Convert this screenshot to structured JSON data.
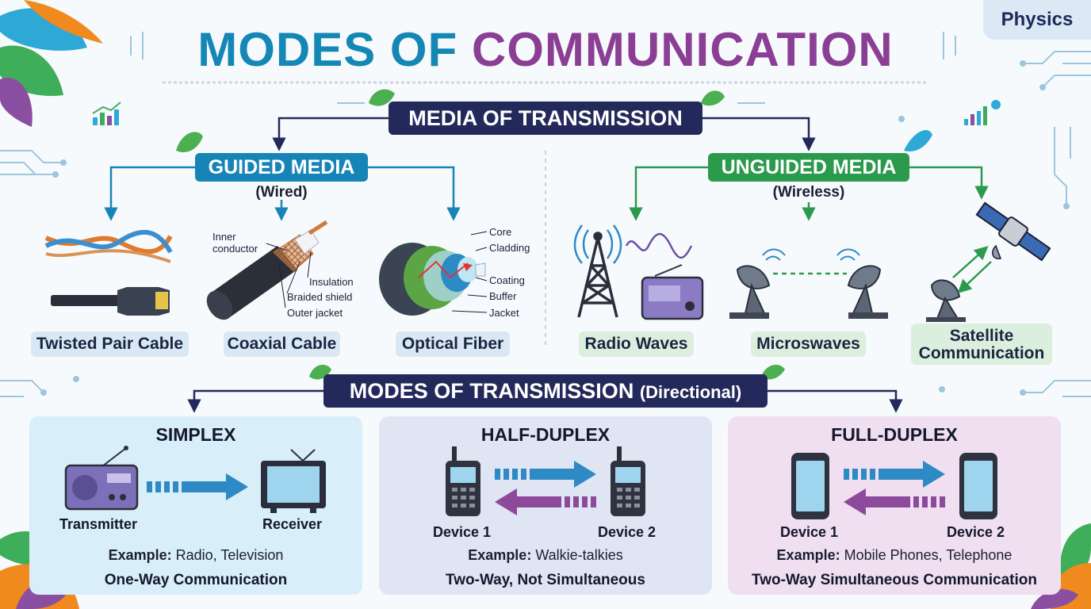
{
  "badge": "Physics",
  "title": {
    "part1": "MODES OF",
    "part2": "COMMUNICATION"
  },
  "media": {
    "heading": "MEDIA OF TRANSMISSION",
    "guided": {
      "title": "GUIDED MEDIA",
      "subtitle": "(Wired)",
      "items": [
        "Twisted Pair Cable",
        "Coaxial Cable",
        "Optical Fiber"
      ],
      "coax_parts": [
        "Inner conductor",
        "Insulation",
        "Braided shield",
        "Outer jacket"
      ],
      "fiber_parts": [
        "Core",
        "Cladding",
        "Coating",
        "Buffer",
        "Jacket"
      ]
    },
    "unguided": {
      "title": "UNGUIDED MEDIA",
      "subtitle": "(Wireless)",
      "items": [
        "Radio Waves",
        "Microswaves",
        "Satellite Communication"
      ]
    }
  },
  "modes": {
    "heading": "MODES OF TRANSMISSION",
    "heading_sub": "(Directional)",
    "simplex": {
      "title": "SIMPLEX",
      "device_left": "Transmitter",
      "device_right": "Receiver",
      "example_label": "Example:",
      "example": "Radio, Television",
      "note": "One-Way Communication"
    },
    "half_duplex": {
      "title": "HALF-DUPLEX",
      "device_left": "Device 1",
      "device_right": "Device 2",
      "example_label": "Example:",
      "example": "Walkie-talkies",
      "note": "Two-Way, Not Simultaneous"
    },
    "full_duplex": {
      "title": "FULL-DUPLEX",
      "device_left": "Device 1",
      "device_right": "Device 2",
      "example_label": "Example:",
      "example": "Mobile Phones, Telephone",
      "note": "Two-Way Simultaneous Communication"
    }
  },
  "colors": {
    "title_blue": "#1487b5",
    "title_purple": "#8a3f94",
    "navy": "#23295a",
    "guided_blue": "#1784b8",
    "unguided_green": "#2b9a4d",
    "arrow_blue": "#2d8ac4",
    "arrow_purple": "#8d4a9b"
  }
}
